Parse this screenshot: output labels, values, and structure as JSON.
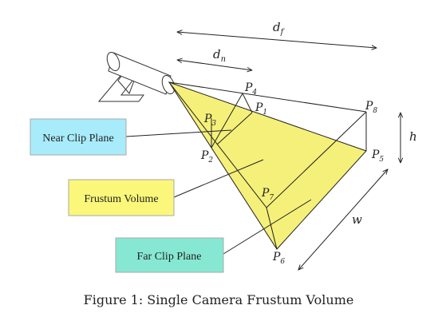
{
  "colors": {
    "frustum_fill": "#f5f07a",
    "near_box": "#a8ecfb",
    "volume_box": "#fbf77a",
    "far_box": "#86e8d2",
    "box_border": "#aaaaaa",
    "line": "#222222"
  },
  "dimensions": {
    "d_far": "d",
    "d_far_sub": "f",
    "d_near": "d",
    "d_near_sub": "n",
    "height": "h",
    "width": "w"
  },
  "points": {
    "p1": {
      "base": "P",
      "sub": "1"
    },
    "p2": {
      "base": "P",
      "sub": "2"
    },
    "p3": {
      "base": "P",
      "sub": "3"
    },
    "p4": {
      "base": "P",
      "sub": "4"
    },
    "p5": {
      "base": "P",
      "sub": "5"
    },
    "p6": {
      "base": "P",
      "sub": "6"
    },
    "p7": {
      "base": "P",
      "sub": "7"
    },
    "p8": {
      "base": "P",
      "sub": "8"
    }
  },
  "labels": {
    "near_clip_plane": "Near Clip Plane",
    "frustum_volume": "Frustum Volume",
    "far_clip_plane": "Far Clip Plane"
  },
  "caption": "Figure 1: Single Camera Frustum Volume",
  "icons": {
    "camera": "camera-icon"
  }
}
